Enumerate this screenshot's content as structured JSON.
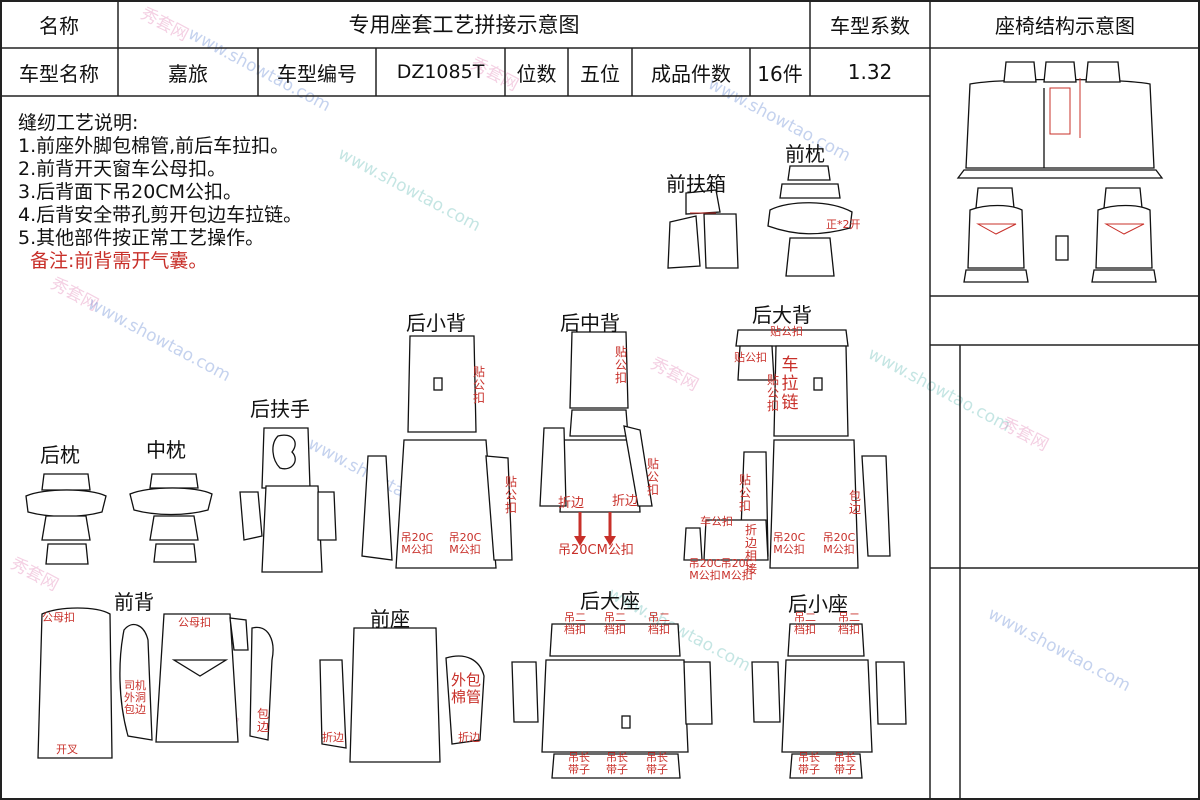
{
  "header": {
    "name_label": "名称",
    "title": "专用座套工艺拼接示意图",
    "coef_label": "车型系数",
    "structure_label": "座椅结构示意图"
  },
  "info": {
    "model_name_label": "车型名称",
    "model_name": "嘉旅",
    "model_no_label": "车型编号",
    "model_no": "DZ1085T",
    "seats_label": "位数",
    "seats": "五位",
    "pieces_label": "成品件数",
    "pieces": "16件",
    "coef": "1.32"
  },
  "notes": {
    "heading": "缝纫工艺说明:",
    "items": [
      "1.前座外脚包棉管,前后车拉扣。",
      "2.前背开天窗车公母扣。",
      "3.后背面下吊20CM公扣。",
      "4.后背安全带孔剪开包边车拉链。",
      "5.其他部件按正常工艺操作。"
    ],
    "remark": "备注:前背需开气囊。"
  },
  "parts": {
    "front_armrest_box": "前扶箱",
    "front_headrest": "前枕",
    "rear_small_back": "后小背",
    "rear_middle_back": "后中背",
    "rear_large_back": "后大背",
    "rear_armrest": "后扶手",
    "rear_headrest": "后枕",
    "middle_headrest": "中枕",
    "front_back": "前背",
    "front_seat": "前座",
    "rear_large_seat": "后大座",
    "rear_small_seat": "后小座"
  },
  "annotations": {
    "front_headrest_note": "正*2开",
    "paste_male": "贴公扣",
    "fold_edge": "折边",
    "hang_20cm": "吊20CM公扣",
    "hang_20cm_short": "吊20CM公扣",
    "zipper": "车拉链",
    "wrap_edge": "包边",
    "car_male": "车公扣",
    "fold_join": "折边相接",
    "male_female": "公母扣",
    "slit": "开叉",
    "outer_hole_wrap": "司机外洞包边",
    "outer_wrap_cotton": "外包棉管",
    "hang_buckle": "吊二档扣",
    "long_strap": "吊长带子"
  },
  "watermark": {
    "cn": "秀套网",
    "url": "www.showtao.com"
  },
  "colors": {
    "annotation": "#c8302a",
    "line": "#111111"
  }
}
